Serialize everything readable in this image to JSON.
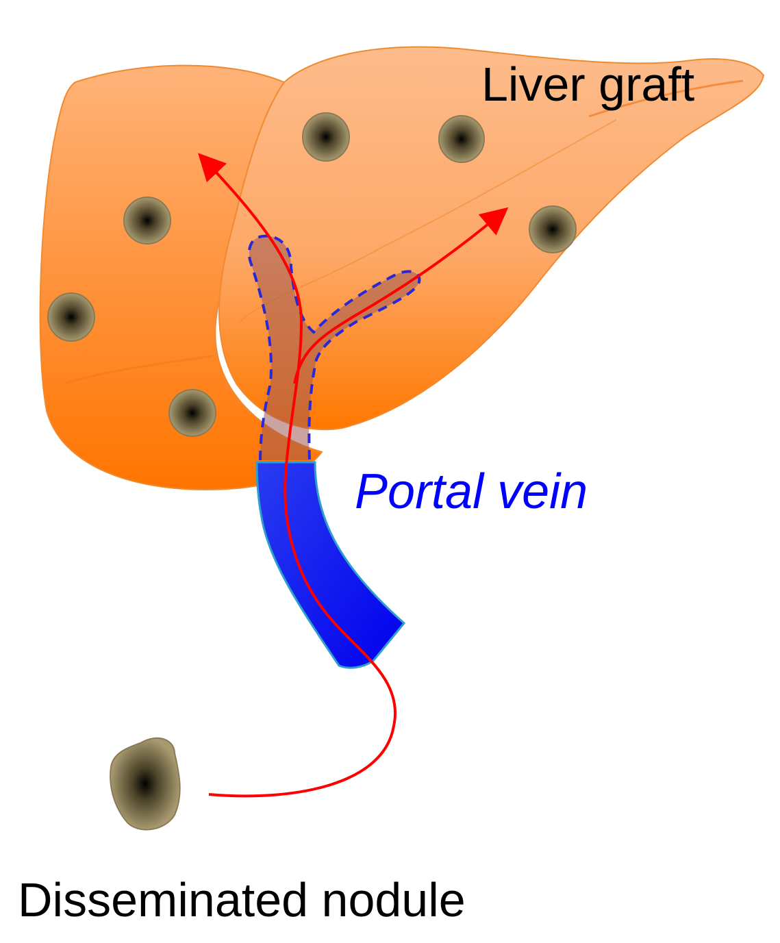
{
  "labels": {
    "liver_graft": "Liver graft",
    "portal_vein": "Portal vein",
    "disseminated_nodule": "Disseminated nodule"
  },
  "colors": {
    "liver_light": "#FDB47A",
    "liver_dark": "#FF7A00",
    "portal_vein": "#1010F0",
    "portal_vein_text": "#0000FF",
    "flow_line": "#FF0000",
    "dashed_outline": "#2828D8",
    "nodule": "#8A7A55"
  },
  "icons": [
    "tumor-nodule-icon",
    "flow-arrow-icon"
  ]
}
